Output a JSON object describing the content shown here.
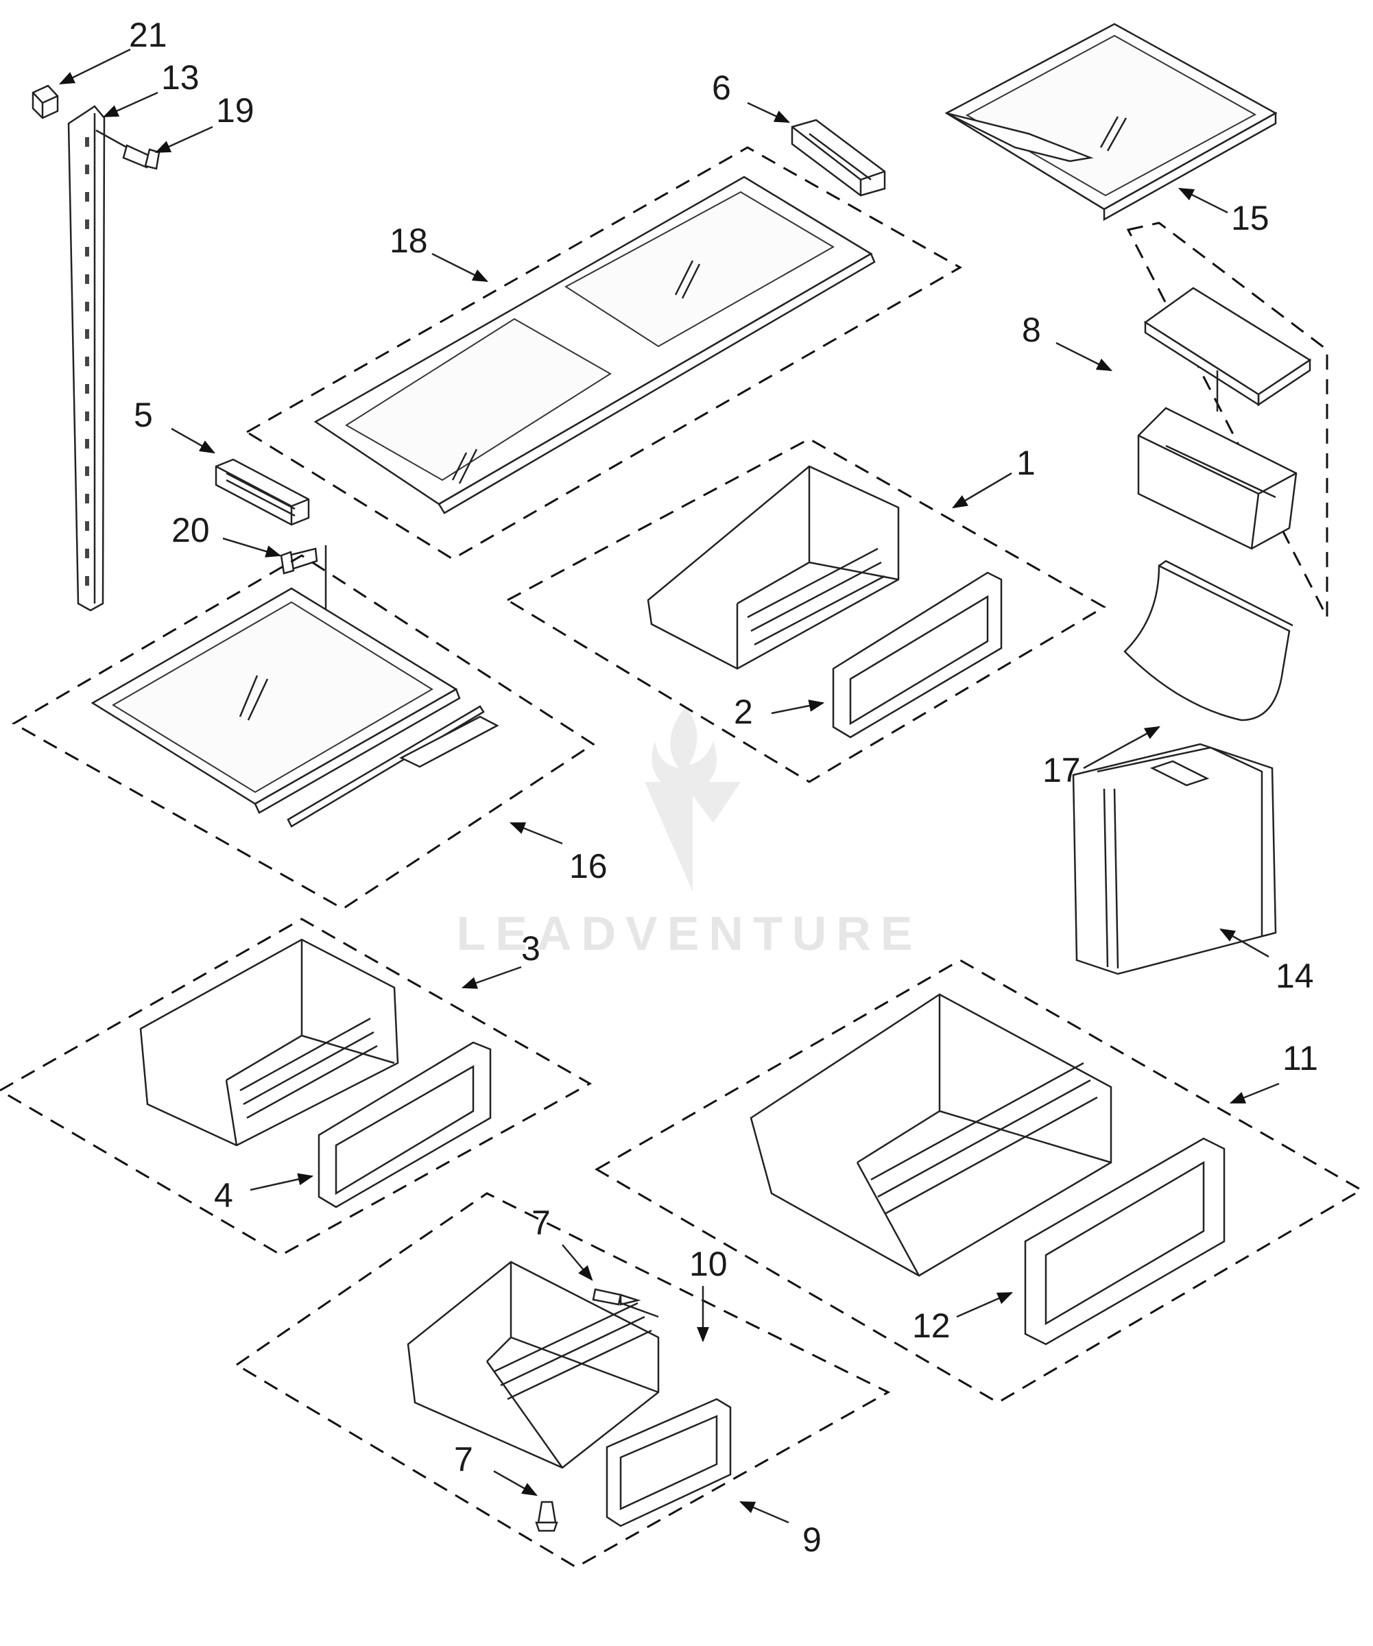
{
  "diagram": {
    "callouts": {
      "c1": "1",
      "c2": "2",
      "c3": "3",
      "c4": "4",
      "c5": "5",
      "c6": "6",
      "c7a": "7",
      "c7b": "7",
      "c8": "8",
      "c9": "9",
      "c10": "10",
      "c11": "11",
      "c12": "12",
      "c13": "13",
      "c14": "14",
      "c15": "15",
      "c16": "16",
      "c17": "17",
      "c18": "18",
      "c19": "19",
      "c20": "20",
      "c21": "21"
    },
    "watermark": "LEADVENTURE"
  }
}
